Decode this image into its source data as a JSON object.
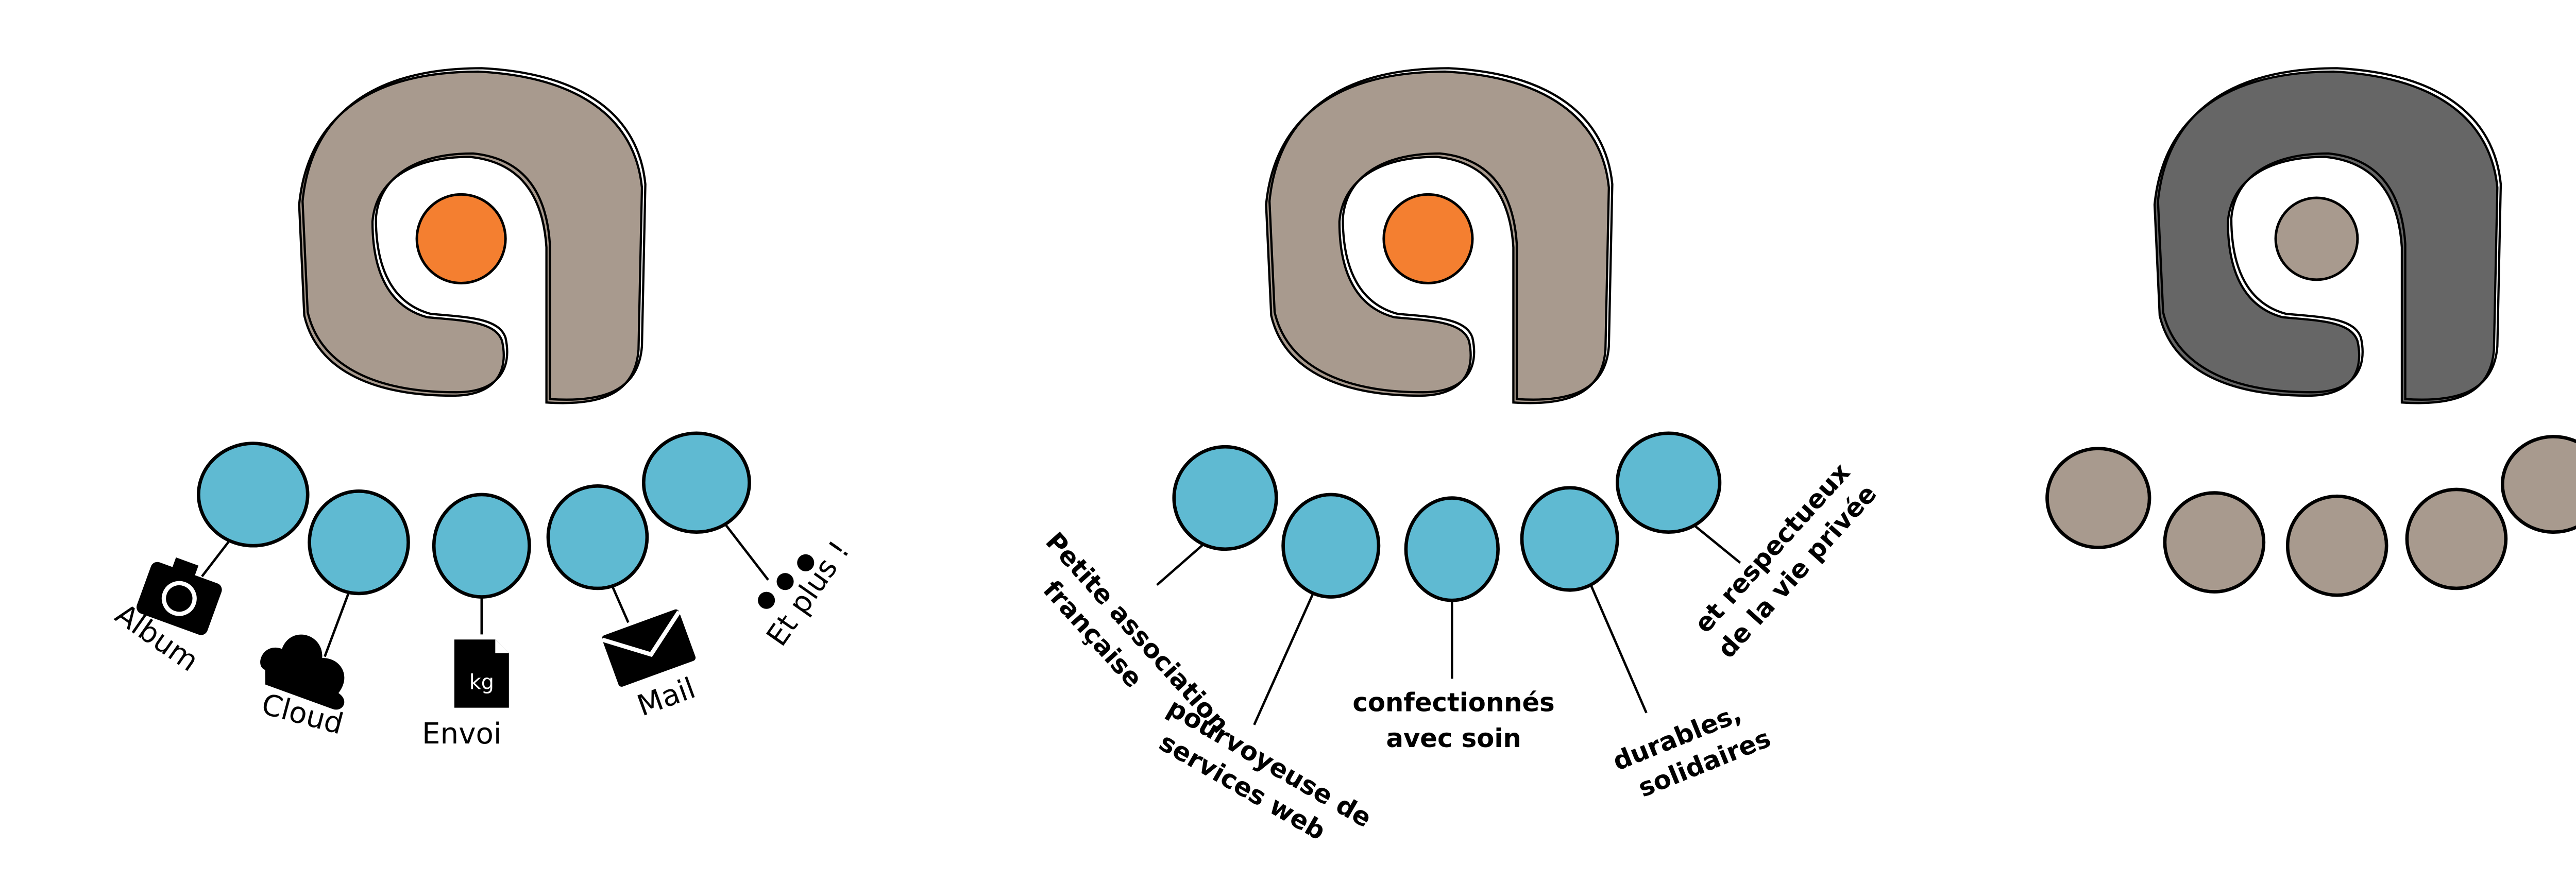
{
  "colors": {
    "logo_tan": "#a89a8e",
    "logo_dark": "#666666",
    "dot_orange": "#f47f30",
    "bubble_blue": "#5fbad2"
  },
  "panel_services": {
    "items": [
      {
        "label": "Album",
        "icon": "camera-icon"
      },
      {
        "label": "Cloud",
        "icon": "cloud-icon"
      },
      {
        "label": "Envoi",
        "icon": "file-icon",
        "icon_text": "kg"
      },
      {
        "label": "Mail",
        "icon": "envelope-icon"
      },
      {
        "label": "Et plus !",
        "icon": "dots-icon"
      }
    ]
  },
  "panel_values": {
    "items": [
      {
        "line1": "Petite association",
        "line2": "française"
      },
      {
        "line1": "pourvoyeuse de",
        "line2": "services web"
      },
      {
        "line1": "confectionnés",
        "line2": "avec soin"
      },
      {
        "line1": "durables,",
        "line2": "solidaires"
      },
      {
        "line1": "et respectueux",
        "line2": "de la vie privée"
      }
    ]
  }
}
